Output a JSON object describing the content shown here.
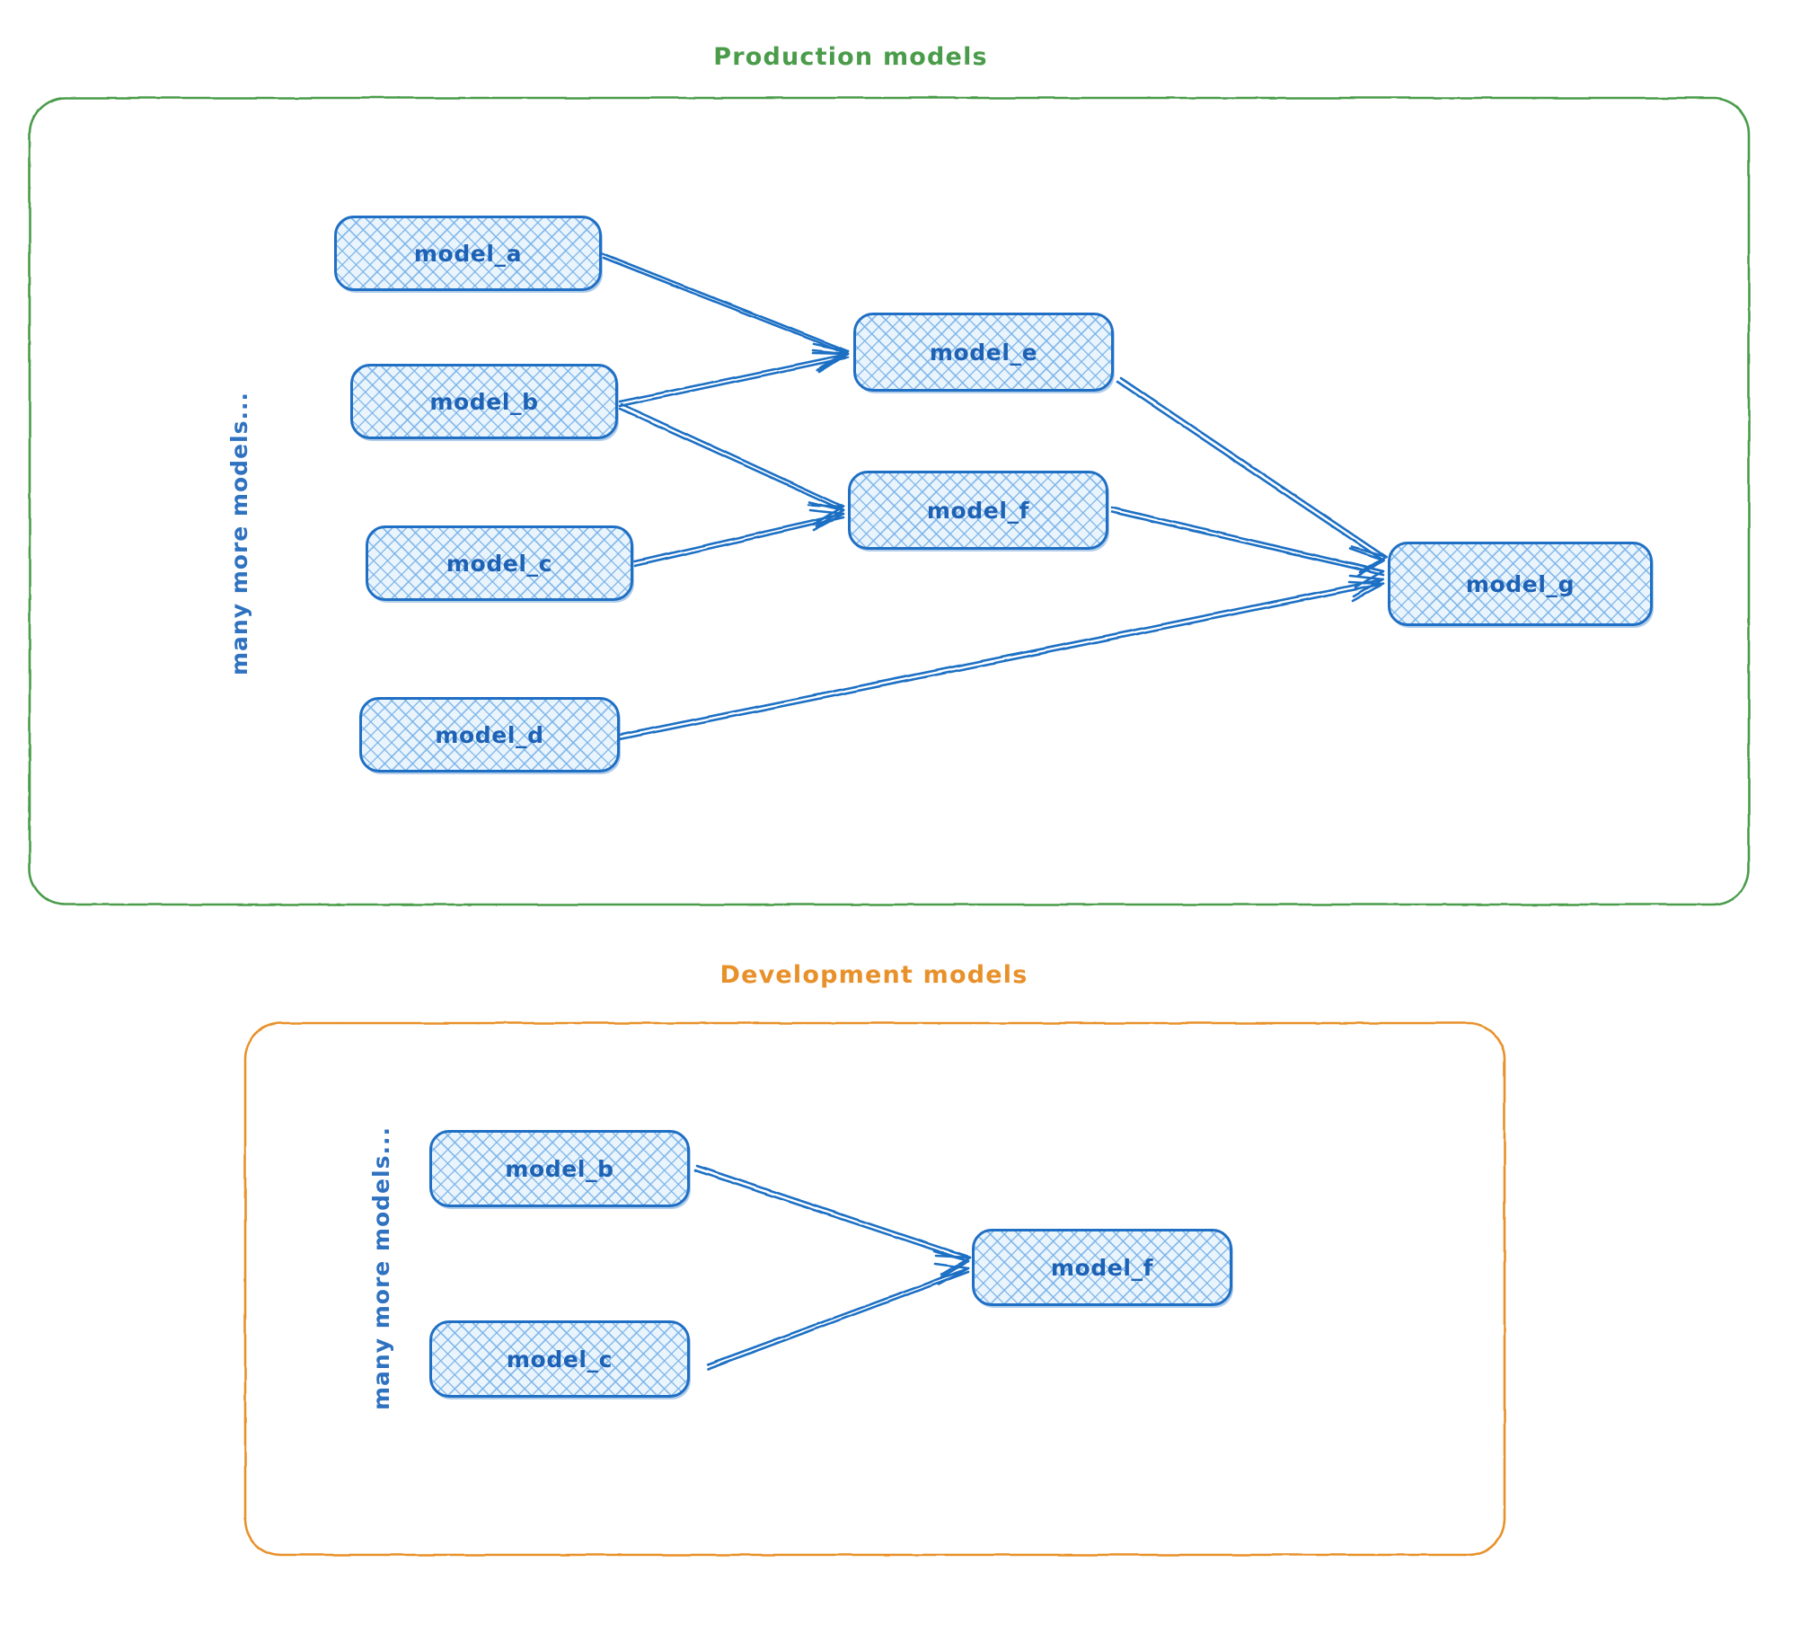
{
  "diagram": {
    "title_hidden": "dbt model lineage across environments",
    "background": "#ffffff",
    "colors": {
      "production_border": "#4a9c4a",
      "development_border": "#e8912a",
      "node_border": "#1f6fc4",
      "node_fill": "#eaf4fd",
      "node_hatch": "#78b2e8",
      "node_text": "#1d62b5",
      "edge": "#1f6fc4",
      "side_note_text": "#2f72c0"
    },
    "groups": [
      {
        "id": "production",
        "title": "Production models",
        "title_color": "#4a9c4a",
        "side_note": "many more models...",
        "nodes": [
          {
            "id": "prod_model_a",
            "label": "model_a"
          },
          {
            "id": "prod_model_b",
            "label": "model_b"
          },
          {
            "id": "prod_model_c",
            "label": "model_c"
          },
          {
            "id": "prod_model_d",
            "label": "model_d"
          },
          {
            "id": "prod_model_e",
            "label": "model_e"
          },
          {
            "id": "prod_model_f",
            "label": "model_f"
          },
          {
            "id": "prod_model_g",
            "label": "model_g"
          }
        ],
        "edges": [
          {
            "from": "model_a",
            "to": "model_e"
          },
          {
            "from": "model_b",
            "to": "model_e"
          },
          {
            "from": "model_b",
            "to": "model_f"
          },
          {
            "from": "model_c",
            "to": "model_f"
          },
          {
            "from": "model_e",
            "to": "model_g"
          },
          {
            "from": "model_f",
            "to": "model_g"
          },
          {
            "from": "model_d",
            "to": "model_g"
          }
        ]
      },
      {
        "id": "development",
        "title": "Development models",
        "title_color": "#e8912a",
        "side_note": "many more models...",
        "nodes": [
          {
            "id": "dev_model_b",
            "label": "model_b"
          },
          {
            "id": "dev_model_c",
            "label": "model_c"
          },
          {
            "id": "dev_model_f",
            "label": "model_f"
          }
        ],
        "edges": [
          {
            "from": "model_b",
            "to": "model_f"
          },
          {
            "from": "model_c",
            "to": "model_f"
          }
        ]
      }
    ]
  }
}
